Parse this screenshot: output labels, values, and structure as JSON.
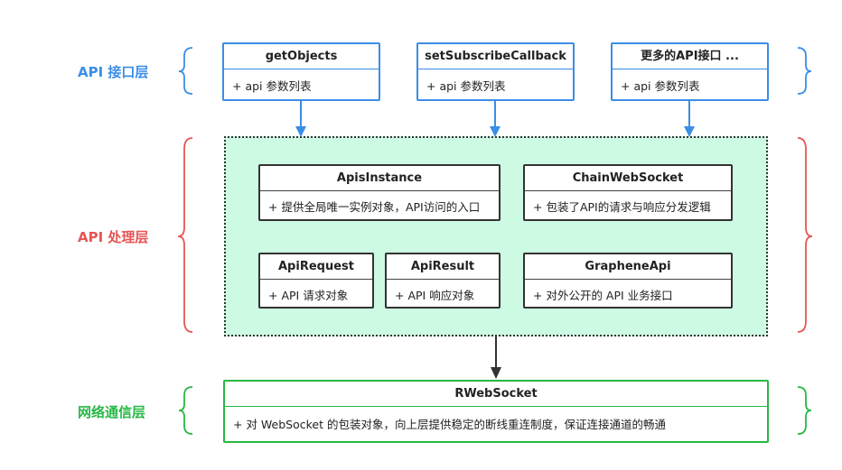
{
  "layers": {
    "api": {
      "label": "API 接口层",
      "color": "#3a8ee6"
    },
    "processing": {
      "label": "API 处理层",
      "color": "#e65555"
    },
    "network": {
      "label": "网络通信层",
      "color": "#27b845"
    }
  },
  "api_boxes": [
    {
      "title": "getObjects",
      "body": "+ api 参数列表"
    },
    {
      "title": "setSubscribeCallback",
      "body": "+ api 参数列表"
    },
    {
      "title": "更多的API接口 ...",
      "body": "+ api 参数列表"
    }
  ],
  "processing_boxes": {
    "apis_instance": {
      "title": "ApisInstance",
      "body": "+ 提供全局唯一实例对象，API访问的入口"
    },
    "chain_websocket": {
      "title": "ChainWebSocket",
      "body": "+ 包装了API的请求与响应分发逻辑"
    },
    "api_request": {
      "title": "ApiRequest",
      "body": "+ API 请求对象"
    },
    "api_result": {
      "title": "ApiResult",
      "body": "+ API 响应对象"
    },
    "graphene_api": {
      "title": "GrapheneApi",
      "body": "+ 对外公开的 API 业务接口"
    }
  },
  "network_box": {
    "title": "RWebSocket",
    "body": "+ 对 WebSocket 的包装对象，向上层提供稳定的断线重连制度，保证连接通道的畅通"
  },
  "colors": {
    "arrow_blue": "#3a8ee6",
    "arrow_dark": "#333333",
    "processing_fill": "#cdfae3"
  }
}
